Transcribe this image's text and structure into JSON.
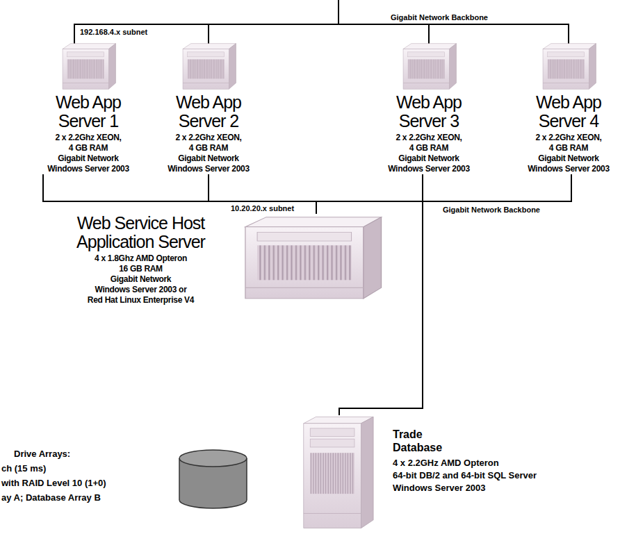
{
  "diagram": {
    "nodes": [
      {
        "text": [
          "Web App Server 1",
          "2 x 2.2Ghz XEON,",
          "4 GB RAM",
          "Gigabit Network",
          "Windows Server 2003"
        ]
      },
      {
        "text": [
          "Web App Server 2",
          "2 x 2.2Ghz XEON,",
          "4 GB RAM",
          "Gigabit Network",
          "Windows Server 2003"
        ]
      },
      {
        "text": [
          "Web App Server 3",
          "2 x 2.2Ghz XEON,",
          "4 GB RAM",
          "Gigabit Network",
          "Windows Server 2003"
        ]
      },
      {
        "text": [
          "Web App Server 4",
          "2 x 2.2Ghz XEON,",
          "4 GB RAM",
          "Gigabit Network",
          "Windows Server 2003"
        ]
      },
      {
        "text": [
          "Web Service Host Application Server",
          "4 x 1.8Ghz AMD Opteron",
          "16 GB RAM",
          "Gigabit Network",
          "Windows Server 2003 or",
          "Red Hat Linux Enterprise V4"
        ]
      },
      {
        "text": [
          "Trade Database",
          "4 x 2.2GHz AMD Opteron",
          "64-bit DB/2 and 64-bit SQL Server",
          "Windows Server 2003"
        ]
      }
    ],
    "edges": [
      {
        "from": 0,
        "to": 4,
        "arrow": "none"
      },
      {
        "from": 1,
        "to": 4,
        "arrow": "none"
      },
      {
        "from": 2,
        "to": 4,
        "arrow": "none"
      },
      {
        "from": 3,
        "to": 4,
        "arrow": "none"
      },
      {
        "from": 4,
        "to": 5,
        "arrow": "none"
      }
    ],
    "labels": [
      "192.168.4.x subnet",
      "Gigabit Network Backbone",
      "10.20.20.x subnet",
      "Gigabit Network Backbone",
      "Drive Arrays:",
      "ch (15 ms)",
      "with RAID Level 10 (1+0)",
      "ay A; Database Array B"
    ]
  }
}
